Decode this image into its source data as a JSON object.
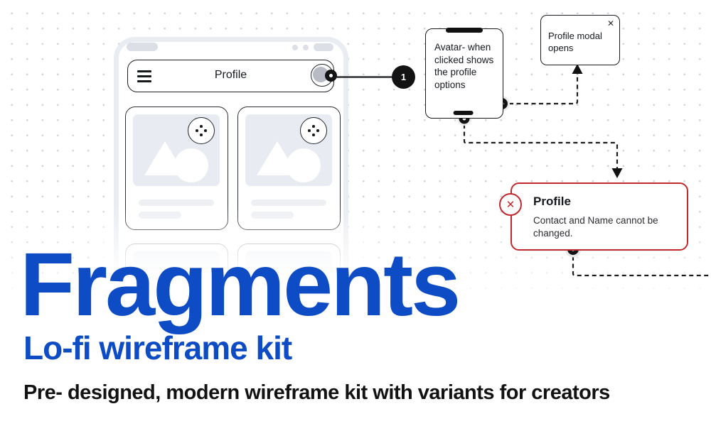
{
  "hero": {
    "title": "Fragments",
    "subtitle": "Lo-fi wireframe kit",
    "tagline": "Pre- designed, modern wireframe kit with variants for creators"
  },
  "phone": {
    "header": {
      "title": "Profile"
    }
  },
  "annotations": {
    "marker1": {
      "label": "1"
    },
    "avatar_note": {
      "text": "Avatar- when clicked shows the profile options"
    },
    "modal_note": {
      "text": "Profile modal opens",
      "close_glyph": "✕"
    },
    "profile_card": {
      "title": "Profile",
      "body": "Contact and Name cannot be changed.",
      "error_glyph": "✕"
    }
  },
  "colors": {
    "accent_blue": "#0d4cc4",
    "error_red": "#c2292f",
    "ink": "#15181d",
    "dot_grid": "#d2d3d6"
  }
}
